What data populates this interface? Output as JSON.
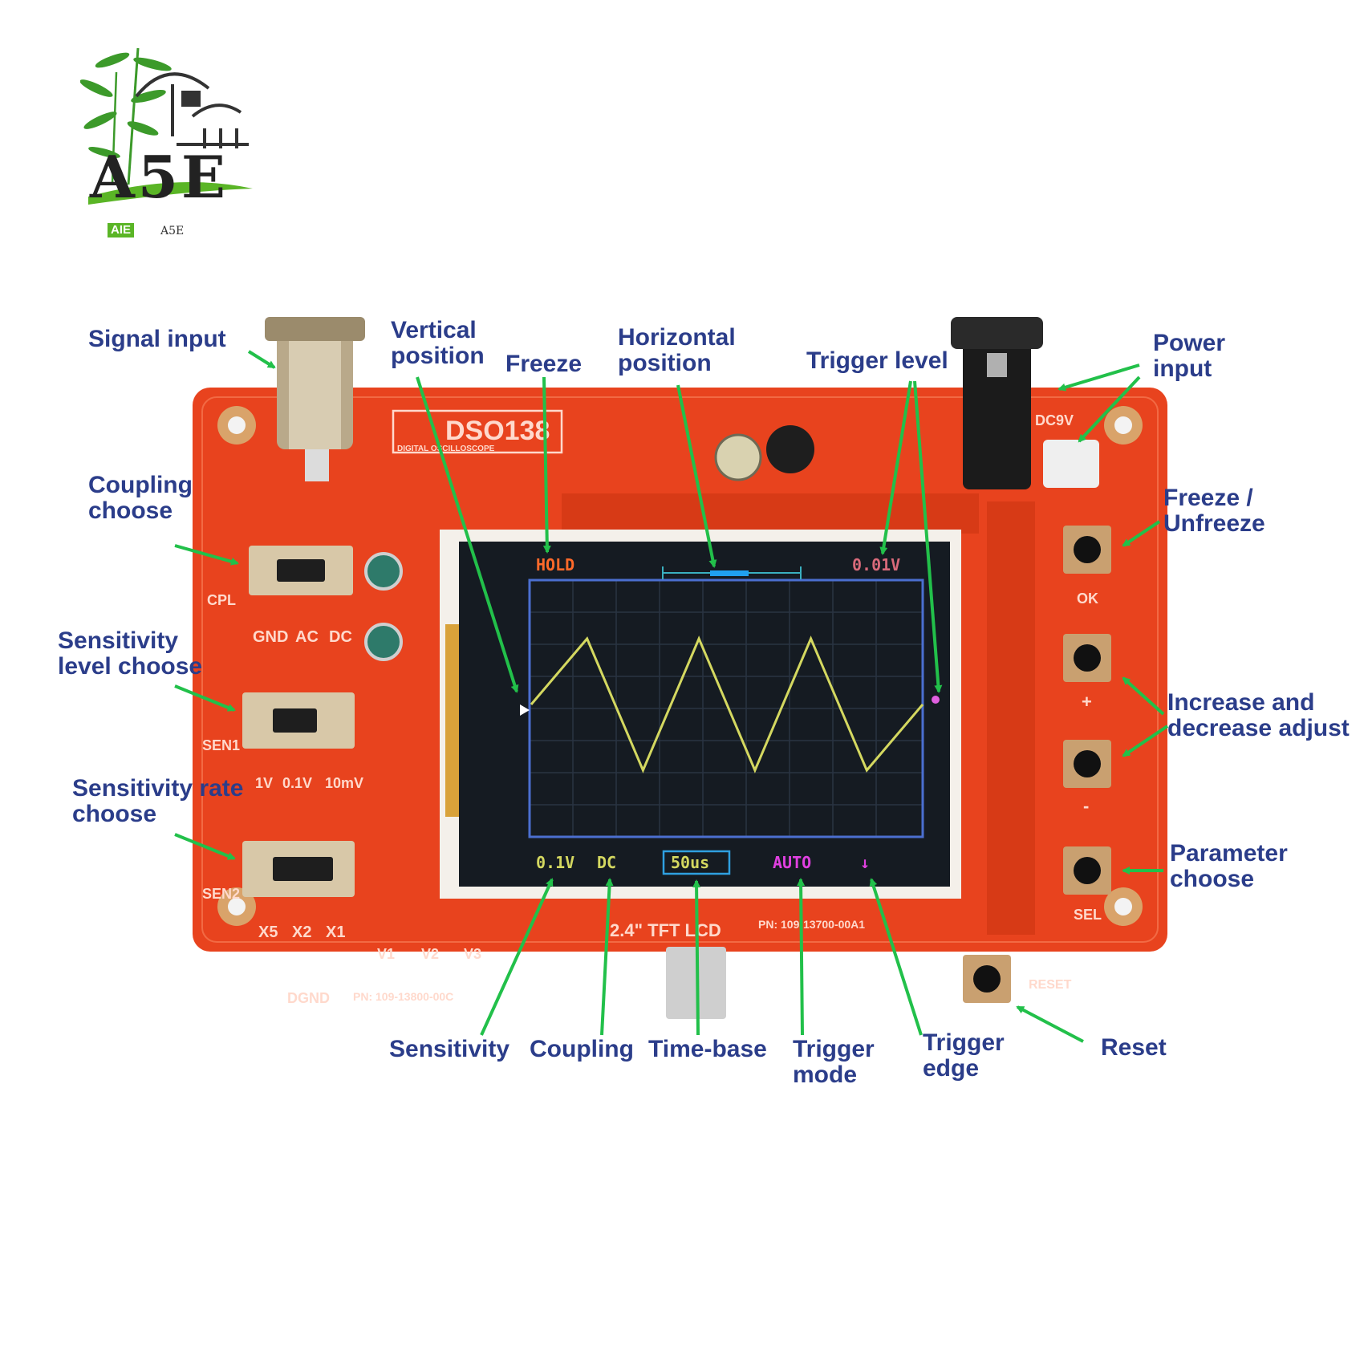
{
  "logo": {
    "wordmark": "A5E",
    "badge": "AIE",
    "subtext": "A5E"
  },
  "board": {
    "model": "DSO138",
    "model_sub": "DIGITAL OSCILLOSCOPE",
    "lcd_label": "2.4\" TFT LCD",
    "coupling_marks": [
      "GND",
      "AC",
      "DC"
    ],
    "sensitivity_marks": [
      "1V",
      "0.1V",
      "10mV"
    ],
    "rate_marks": [
      "X5",
      "X2",
      "X1"
    ],
    "switch_tags": [
      "CPL",
      "SEN1",
      "SEN2"
    ],
    "button_tags": [
      "OK",
      "+",
      "-",
      "SEL"
    ],
    "test_points": [
      "V1",
      "V2",
      "V3"
    ],
    "dgnd": "DGND",
    "power_tag": "DC9V",
    "reset_tag": "RESET",
    "pn_left": "PN: 109-13800-00C",
    "pn_right": "PN: 109-13700-00A1"
  },
  "screen": {
    "hold": "HOLD",
    "trigger_level": "0.01V",
    "sensitivity": "0.1V",
    "coupling": "DC",
    "timebase": "50us",
    "trigger_mode": "AUTO",
    "trigger_edge": "↓"
  },
  "annotations": {
    "signal_input": "Signal input",
    "vertical_position": [
      "Vertical",
      "position"
    ],
    "freeze": "Freeze",
    "horizontal_position": [
      "Horizontal",
      "position"
    ],
    "trigger_level": "Trigger level",
    "power_input": [
      "Power",
      "input"
    ],
    "coupling_choose": [
      "Coupling",
      "choose"
    ],
    "sensitivity_level_choose": [
      "Sensitivity",
      "level choose"
    ],
    "sensitivity_rate_choose": [
      "Sensitivity rate",
      "choose"
    ],
    "freeze_unfreeze": [
      "Freeze /",
      "Unfreeze"
    ],
    "increase_decrease": [
      "Increase and",
      "decrease adjust"
    ],
    "parameter_choose": [
      "Parameter",
      "choose"
    ],
    "sensitivity": "Sensitivity",
    "coupling": "Coupling",
    "time_base": "Time-base",
    "trigger_mode": [
      "Trigger",
      "mode"
    ],
    "trigger_edge": [
      "Trigger",
      "edge"
    ],
    "reset": "Reset"
  },
  "colors": {
    "pcb": "#e8431e",
    "label": "#2b3d8a",
    "arrow": "#22c04a",
    "waveform": "#d4d860",
    "screen_bg": "#151b22",
    "grid_frame": "#4b6fd0",
    "hold_text": "#ff6a2a",
    "timebase_box": "#2fa0e0",
    "mode_text": "#e040e0"
  },
  "chart_data": {
    "type": "line",
    "description_free": true,
    "x": [
      0,
      1,
      2,
      3,
      4,
      5,
      6,
      7
    ],
    "values": [
      0,
      1,
      -1,
      1,
      -1,
      1,
      -1,
      0
    ]
  }
}
